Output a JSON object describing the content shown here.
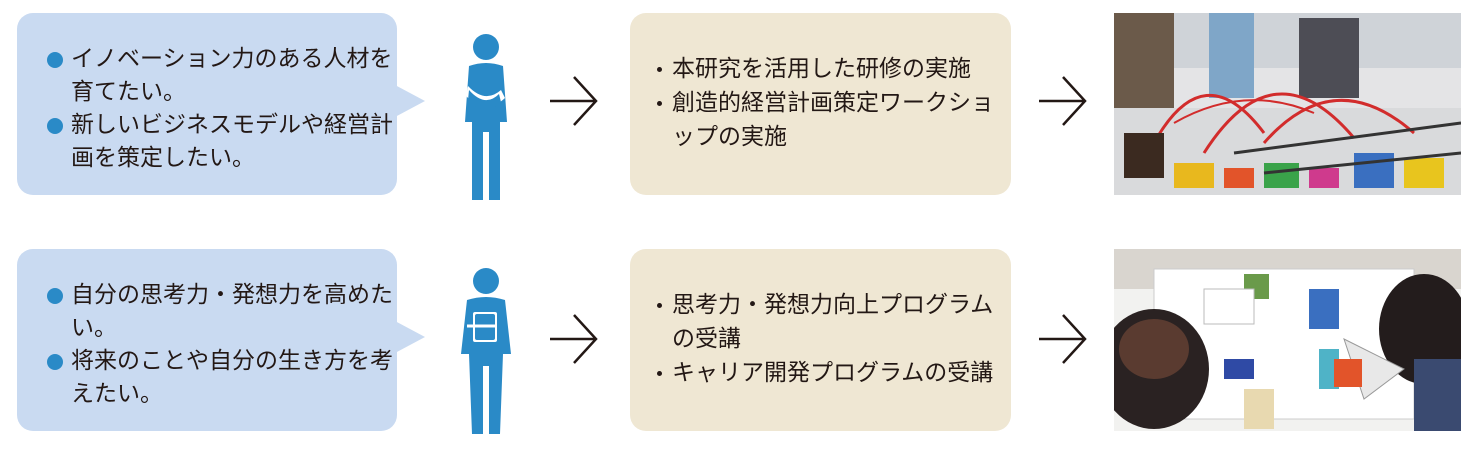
{
  "rows": [
    {
      "wishes": [
        "イノベーション力のある人材を育てたい。",
        "新しいビジネスモデルや経営計画を策定したい。"
      ],
      "actions": [
        "本研究を活用した研修の実施",
        "創造的経営計画策定ワークショップの実施"
      ]
    },
    {
      "wishes": [
        "自分の思考力・発想力を高めたい。",
        "将来のことや自分の生き方を考えたい。"
      ],
      "actions": [
        "思考力・発想力向上プログラムの受講",
        "キャリア開発プログラムの受講"
      ]
    }
  ],
  "colors": {
    "wish_box": "#c9daf1",
    "action_box": "#efe7d3",
    "accent_blue": "#2a8ac7",
    "text": "#231815"
  },
  "icons": [
    "bullet-dot-icon",
    "person-organization-icon",
    "person-individual-icon",
    "arrow-right-icon"
  ]
}
